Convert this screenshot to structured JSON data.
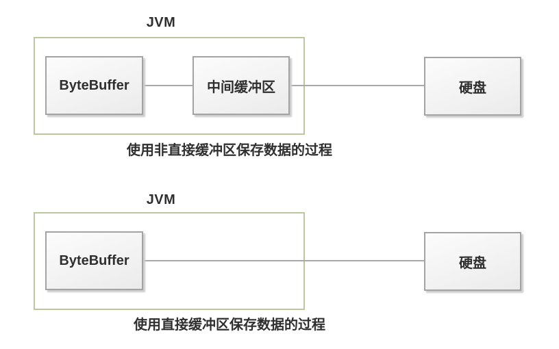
{
  "colors": {
    "background": "#ffffff",
    "jvm_border": "#bcc6a0",
    "node_border": "#a3a3a3",
    "node_fill_top": "#fcfcfc",
    "node_fill_bottom": "#ebebeb",
    "node_shadow": "#cccccc",
    "connector": "#a9a9a9",
    "text": "#2f2f2f"
  },
  "diagram_non_direct": {
    "jvm_label": "JVM",
    "bytebuffer_label": "ByteBuffer",
    "middle_buffer_label": "中间缓冲区",
    "disk_label": "硬盘",
    "caption": "使用非直接缓冲区保存数据的过程"
  },
  "diagram_direct": {
    "jvm_label": "JVM",
    "bytebuffer_label": "ByteBuffer",
    "disk_label": "硬盘",
    "caption": "使用直接缓冲区保存数据的过程"
  }
}
